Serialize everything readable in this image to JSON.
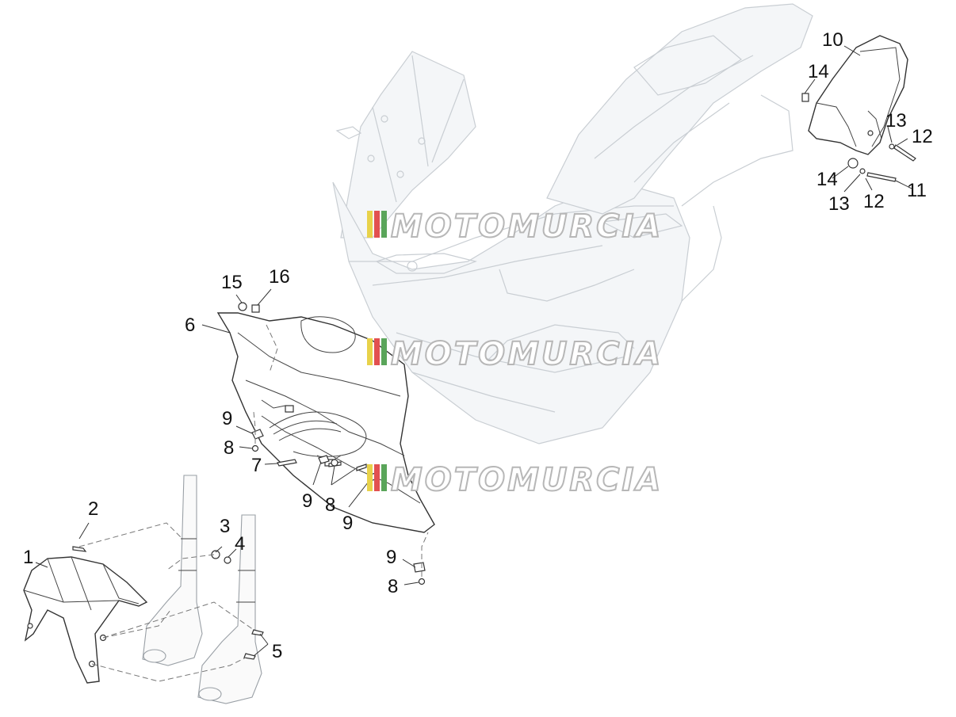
{
  "watermark": {
    "text": "MOTOMURCIA",
    "stripe_colors": [
      "#e8d24a",
      "#e25050",
      "#5aa55a"
    ]
  },
  "callouts": [
    {
      "id": "1",
      "label": "1"
    },
    {
      "id": "2",
      "label": "2"
    },
    {
      "id": "3",
      "label": "3"
    },
    {
      "id": "4",
      "label": "4"
    },
    {
      "id": "5",
      "label": "5"
    },
    {
      "id": "6",
      "label": "6"
    },
    {
      "id": "7",
      "label": "7"
    },
    {
      "id": "8a",
      "label": "8"
    },
    {
      "id": "8b",
      "label": "8"
    },
    {
      "id": "8c",
      "label": "8"
    },
    {
      "id": "9a",
      "label": "9"
    },
    {
      "id": "9b",
      "label": "9"
    },
    {
      "id": "9c",
      "label": "9"
    },
    {
      "id": "9d",
      "label": "9"
    },
    {
      "id": "10",
      "label": "10"
    },
    {
      "id": "11",
      "label": "11"
    },
    {
      "id": "12a",
      "label": "12"
    },
    {
      "id": "12b",
      "label": "12"
    },
    {
      "id": "13a",
      "label": "13"
    },
    {
      "id": "13b",
      "label": "13"
    },
    {
      "id": "14a",
      "label": "14"
    },
    {
      "id": "14b",
      "label": "14"
    },
    {
      "id": "15",
      "label": "15"
    },
    {
      "id": "16",
      "label": "16"
    }
  ]
}
